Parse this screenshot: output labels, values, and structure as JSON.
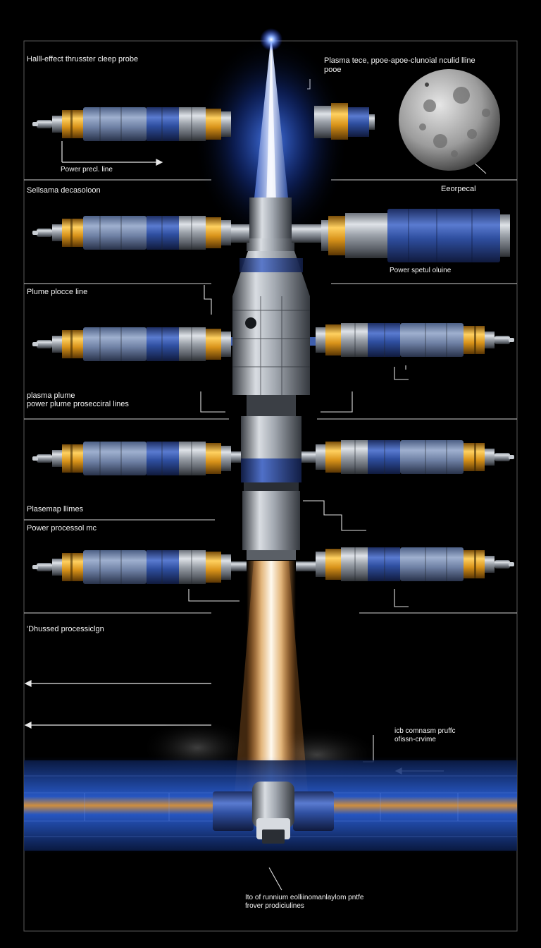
{
  "labels": {
    "hall_effect": "Halll-effect thrusster cleep probe",
    "plasma_top_1": "Plasma tece, ppoe-apoe-clunoial nculid lline",
    "plasma_top_2": "pooe",
    "power_prec": "Power precl. line",
    "sellsama": "Sellsama decasoloon",
    "eorpecal": "Eeorpecal",
    "power_spectul": "Power spetul oluine",
    "plume_plocce": "Plume plocce line",
    "plasma_plume_1": "plasma plume",
    "plasma_plume_2": "power plume prosecciral lines",
    "plasemap": "Plasemap llimes",
    "power_processol": "Power processol   mc",
    "dhussed": "'Dhussed processiclgn",
    "icb_1": "icb comnasm pruffc",
    "icb_2": "ofissn-crvime",
    "bottom_1": "Ito of runnium eolliinomanlaylom pntfe",
    "bottom_2": "frover prodiciulines"
  },
  "colors": {
    "background": "#000000",
    "thruster_blue": "#2f4fa0",
    "thruster_silver": "#b9bec6",
    "thruster_gold": "#e0a21f",
    "plume_glow": "#3a6cff",
    "exhaust": "#ffd9a0",
    "line": "#e8e8e8"
  },
  "icons": [
    "moon-image",
    "thruster-module",
    "spacecraft-stack",
    "solar-panel-array"
  ]
}
